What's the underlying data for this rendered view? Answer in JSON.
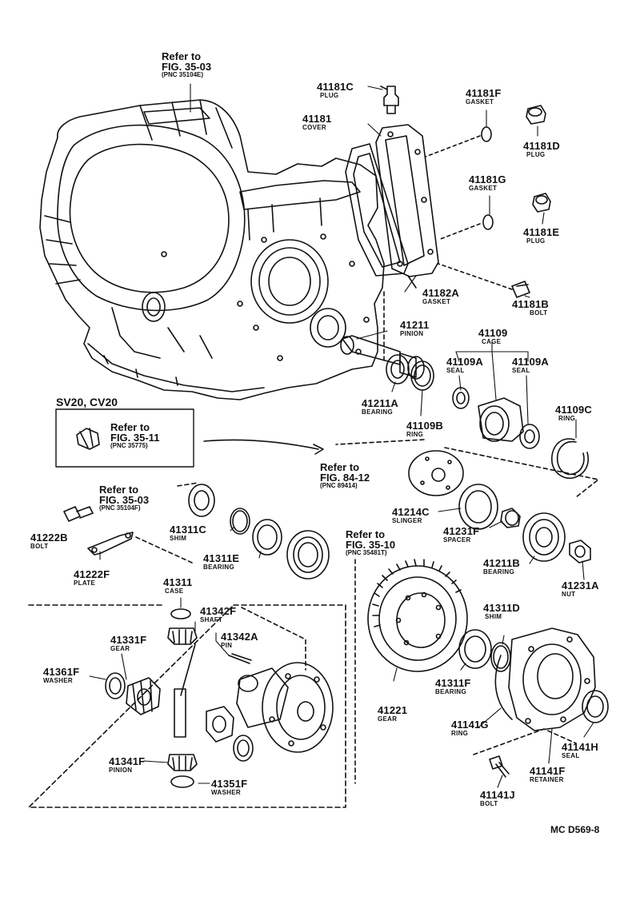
{
  "model_note": "SV20, CV20",
  "drawing_code": "MC D569-8",
  "references": [
    {
      "id": "r1",
      "line1": "Refer to",
      "line2": "FIG. 35-03",
      "line3": "(PNC 35104E)"
    },
    {
      "id": "r2",
      "line1": "Refer to",
      "line2": "FIG. 35-11",
      "line3": "(PNC 35775)"
    },
    {
      "id": "r3",
      "line1": "Refer to",
      "line2": "FIG. 84-12",
      "line3": "(PNC 89414)"
    },
    {
      "id": "r4",
      "line1": "Refer to",
      "line2": "FIG. 35-03",
      "line3": "(PNC 35104F)"
    },
    {
      "id": "r5",
      "line1": "Refer to",
      "line2": "FIG. 35-10",
      "line3": "(PNC 35481T)"
    }
  ],
  "parts": [
    {
      "id": "41181C",
      "pn": "41181C",
      "name": "PLUG"
    },
    {
      "id": "41181F",
      "pn": "41181F",
      "name": "GASKET"
    },
    {
      "id": "41181",
      "pn": "41181",
      "name": "COVER"
    },
    {
      "id": "41181D",
      "pn": "41181D",
      "name": "PLUG"
    },
    {
      "id": "41181G",
      "pn": "41181G",
      "name": "GASKET"
    },
    {
      "id": "41181E",
      "pn": "41181E",
      "name": "PLUG"
    },
    {
      "id": "41182A",
      "pn": "41182A",
      "name": "GASKET"
    },
    {
      "id": "41181B",
      "pn": "41181B",
      "name": "BOLT"
    },
    {
      "id": "41211",
      "pn": "41211",
      "name": "PINION"
    },
    {
      "id": "41109",
      "pn": "41109",
      "name": "CAGE"
    },
    {
      "id": "41109A_1",
      "pn": "41109A",
      "name": "SEAL"
    },
    {
      "id": "41109A_2",
      "pn": "41109A",
      "name": "SEAL"
    },
    {
      "id": "41211A",
      "pn": "41211A",
      "name": "BEARING"
    },
    {
      "id": "41109B",
      "pn": "41109B",
      "name": "RING"
    },
    {
      "id": "41109C",
      "pn": "41109C",
      "name": "RING"
    },
    {
      "id": "41214C",
      "pn": "41214C",
      "name": "SLINGER"
    },
    {
      "id": "41231F",
      "pn": "41231F",
      "name": "SPACER"
    },
    {
      "id": "41222B",
      "pn": "41222B",
      "name": "BOLT"
    },
    {
      "id": "41311C",
      "pn": "41311C",
      "name": "SHIM"
    },
    {
      "id": "41311E",
      "pn": "41311E",
      "name": "BEARING"
    },
    {
      "id": "41211B",
      "pn": "41211B",
      "name": "BEARING"
    },
    {
      "id": "41231A",
      "pn": "41231A",
      "name": "NUT"
    },
    {
      "id": "41222F",
      "pn": "41222F",
      "name": "PLATE"
    },
    {
      "id": "41311",
      "pn": "41311",
      "name": "CASE"
    },
    {
      "id": "41342F",
      "pn": "41342F",
      "name": "SHAFT"
    },
    {
      "id": "41331F",
      "pn": "41331F",
      "name": "GEAR"
    },
    {
      "id": "41342A",
      "pn": "41342A",
      "name": "PIN"
    },
    {
      "id": "41361F",
      "pn": "41361F",
      "name": "WASHER"
    },
    {
      "id": "41311D",
      "pn": "41311D",
      "name": "SHIM"
    },
    {
      "id": "41311F",
      "pn": "41311F",
      "name": "BEARING"
    },
    {
      "id": "41221",
      "pn": "41221",
      "name": "GEAR"
    },
    {
      "id": "41141G",
      "pn": "41141G",
      "name": "RING"
    },
    {
      "id": "41141H",
      "pn": "41141H",
      "name": "SEAL"
    },
    {
      "id": "41341F",
      "pn": "41341F",
      "name": "PINION"
    },
    {
      "id": "41351F",
      "pn": "41351F",
      "name": "WASHER"
    },
    {
      "id": "41141F",
      "pn": "41141F",
      "name": "RETAINER"
    },
    {
      "id": "41141J",
      "pn": "41141J",
      "name": "BOLT"
    }
  ]
}
